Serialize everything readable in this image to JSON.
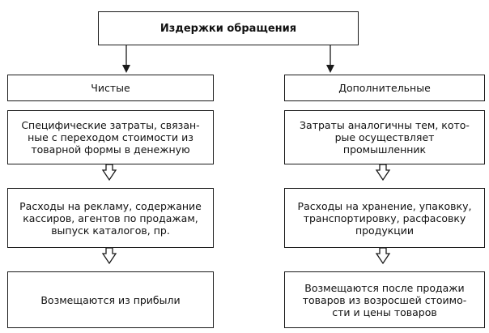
{
  "title": "Издержки обращения",
  "left": {
    "header": "Чистые",
    "box1": "Специфические затраты, связан-\nные с переходом стоимости из\nтоварной формы в денежную",
    "box2": "Расходы на рекламу, содержание\nкассиров, агентов по продажам,\nвыпуск каталогов, пр.",
    "box3": "Возмещаются из прибыли"
  },
  "right": {
    "header": "Дополнительные",
    "box1": "Затраты аналогичны тем, кото-\nрые осуществляет\nпромышленник",
    "box2": "Расходы на хранение, упаковку,\nтранспортировку, расфасовку\nпродукции",
    "box3": "Возмещаются после продажи\nтоваров из возросшей стоимо-\nсти и цены товаров"
  }
}
